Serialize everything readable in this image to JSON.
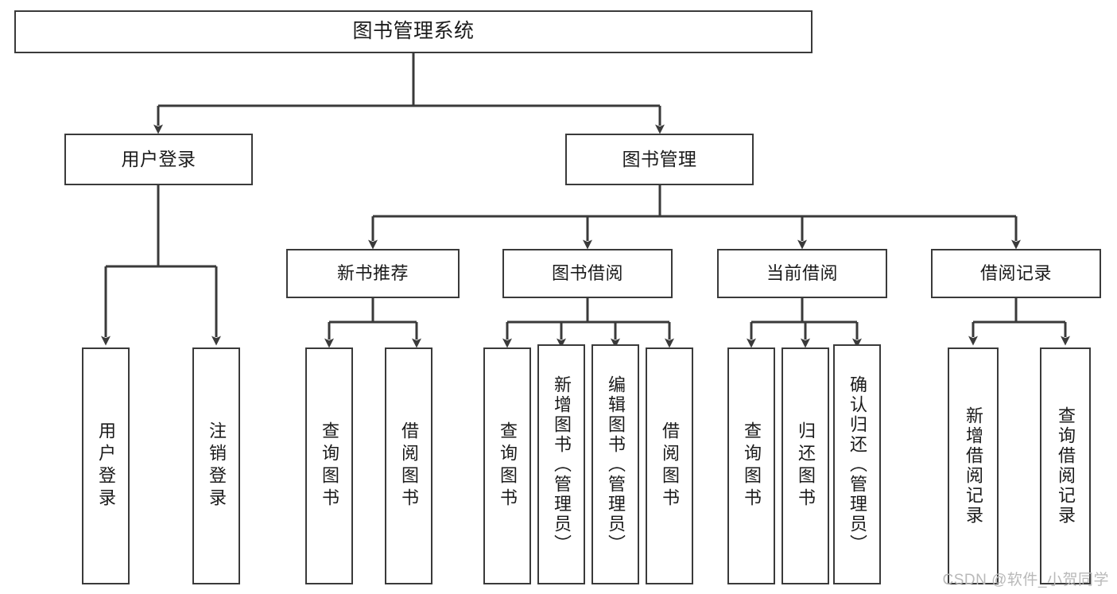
{
  "diagram": {
    "title": "图书管理系统",
    "type": "hierarchy-tree",
    "watermark": "CSDN @软件_小贺同学",
    "colors": {
      "stroke": "#3a3a3a",
      "fill": "#ffffff",
      "text": "#1b1b1b",
      "watermark": "#b9b9b9"
    },
    "nodes": {
      "root": {
        "label": "图书管理系统"
      },
      "level2": [
        {
          "id": "user-login",
          "label": "用户登录"
        },
        {
          "id": "book-manage",
          "label": "图书管理"
        }
      ],
      "level3": [
        {
          "id": "new-book-recommend",
          "label": "新书推荐"
        },
        {
          "id": "book-borrow",
          "label": "图书借阅"
        },
        {
          "id": "current-borrow",
          "label": "当前借阅"
        },
        {
          "id": "borrow-record",
          "label": "借阅记录"
        }
      ],
      "leaves": {
        "user_login": [
          {
            "id": "leaf-user-login",
            "label": "用户登录"
          },
          {
            "id": "leaf-logout-login",
            "label": "注销登录"
          }
        ],
        "new_book_recommend": [
          {
            "id": "leaf-query-book-1",
            "label": "查询图书"
          },
          {
            "id": "leaf-borrow-book-1",
            "label": "借阅图书"
          }
        ],
        "book_borrow": [
          {
            "id": "leaf-query-book-2",
            "label": "查询图书"
          },
          {
            "id": "leaf-add-book",
            "label": "新增图书（管理员）"
          },
          {
            "id": "leaf-edit-book",
            "label": "编辑图书（管理员）"
          },
          {
            "id": "leaf-borrow-book-2",
            "label": "借阅图书"
          }
        ],
        "current_borrow": [
          {
            "id": "leaf-query-book-3",
            "label": "查询图书"
          },
          {
            "id": "leaf-return-book",
            "label": "归还图书"
          },
          {
            "id": "leaf-confirm-return",
            "label": "确认归还（管理员）"
          }
        ],
        "borrow_record": [
          {
            "id": "leaf-add-record",
            "label": "新增借阅记录"
          },
          {
            "id": "leaf-query-record",
            "label": "查询借阅记录"
          }
        ]
      }
    }
  }
}
